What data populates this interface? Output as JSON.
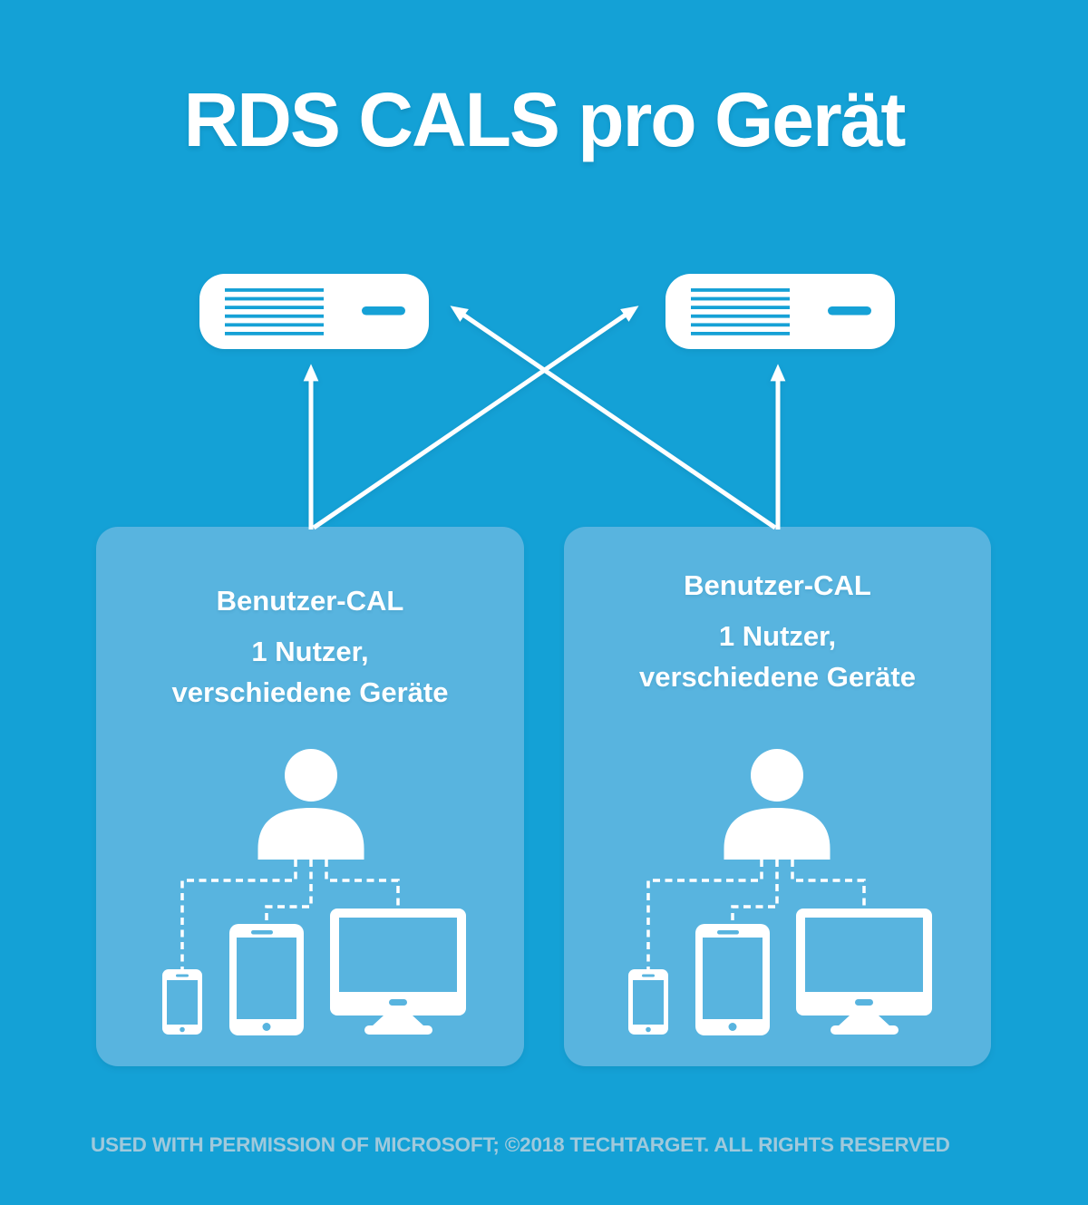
{
  "title": "RDS CALS pro Gerät",
  "diagram": {
    "description": "Two RDS license servers receive arrows from two user panels; each user (Benutzer-CAL) connects to multiple devices",
    "servers": [
      {
        "icon": "server-icon",
        "position": "top-left"
      },
      {
        "icon": "server-icon",
        "position": "top-right"
      }
    ],
    "arrows": [
      {
        "from": "left-panel",
        "to": "left-server",
        "style": "straight-up"
      },
      {
        "from": "left-panel",
        "to": "right-server",
        "style": "diagonal"
      },
      {
        "from": "right-panel",
        "to": "right-server",
        "style": "straight-up"
      },
      {
        "from": "right-panel",
        "to": "left-server",
        "style": "diagonal"
      }
    ]
  },
  "boxes": [
    {
      "heading": "Benutzer-CAL",
      "line2": "1 Nutzer,",
      "line3": "verschiedene Geräte",
      "icons": [
        "user-icon",
        "smartphone-icon",
        "tablet-icon",
        "monitor-icon"
      ]
    },
    {
      "heading": "Benutzer-CAL",
      "line2": "1 Nutzer,",
      "line3": "verschiedene Geräte",
      "icons": [
        "user-icon",
        "smartphone-icon",
        "tablet-icon",
        "monitor-icon"
      ]
    }
  ],
  "icons": {
    "server-icon": "white rounded rectangle with vent stripes and slot",
    "user-icon": "white head circle over shoulders",
    "smartphone-icon": "small white phone outline",
    "tablet-icon": "medium white tablet outline",
    "monitor-icon": "white desktop monitor with stand",
    "arrow-icon": "white line with solid triangular head",
    "dashed-connector": "white dashed elbow line"
  },
  "colors": {
    "background": "#14A1D6",
    "panel": "#58B4DF",
    "icon": "#FFFFFF",
    "footer_text": "#A0C9DC"
  },
  "footer": "USED WITH PERMISSION OF MICROSOFT; ©2018 TECHTARGET. ALL RIGHTS RESERVED"
}
